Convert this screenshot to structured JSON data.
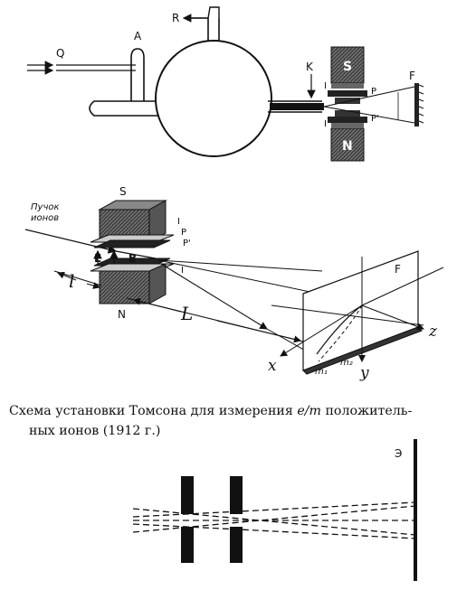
{
  "figure1": {
    "labels": {
      "Q": "Q",
      "A": "A",
      "R": "R",
      "K": "K",
      "S": "S",
      "N": "N",
      "I_top": "I",
      "I_bottom": "I",
      "P": "P",
      "P_prime": "P'",
      "F": "F"
    }
  },
  "figure2": {
    "labels": {
      "S": "S",
      "N": "N",
      "beam_line1": "Пучок",
      "beam_line2": "ионов",
      "I_top": "I",
      "P": "P",
      "P_prime": "P'",
      "I_bottom": "I",
      "E": "E",
      "B": "B",
      "l": "l",
      "L": "L",
      "F": "F",
      "x": "x",
      "y": "y",
      "z": "z",
      "m1": "m₁",
      "m2": "m₂"
    }
  },
  "caption": {
    "part1": "Схема установки Томсона для измерения ",
    "em": "e/m",
    "part2": " положитель-",
    "line2": "ных ионов (1912 г.)"
  },
  "figure3": {
    "labels": {
      "screen": "Э"
    }
  }
}
